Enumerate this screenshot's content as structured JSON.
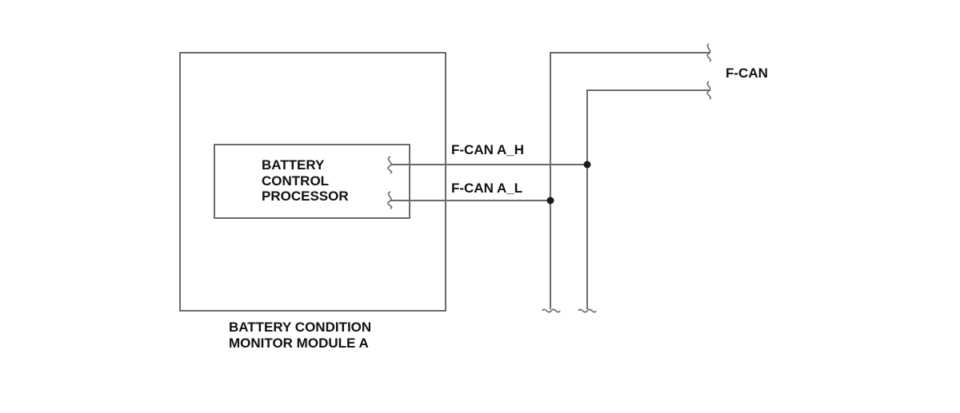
{
  "module": {
    "label_line1": "BATTERY CONDITION",
    "label_line2": "MONITOR MODULE A"
  },
  "processor": {
    "label_line1": "BATTERY",
    "label_line2": "CONTROL",
    "label_line3": "PROCESSOR"
  },
  "signals": {
    "high": "F-CAN A_H",
    "low": "F-CAN A_L"
  },
  "bus": {
    "label": "F-CAN"
  }
}
